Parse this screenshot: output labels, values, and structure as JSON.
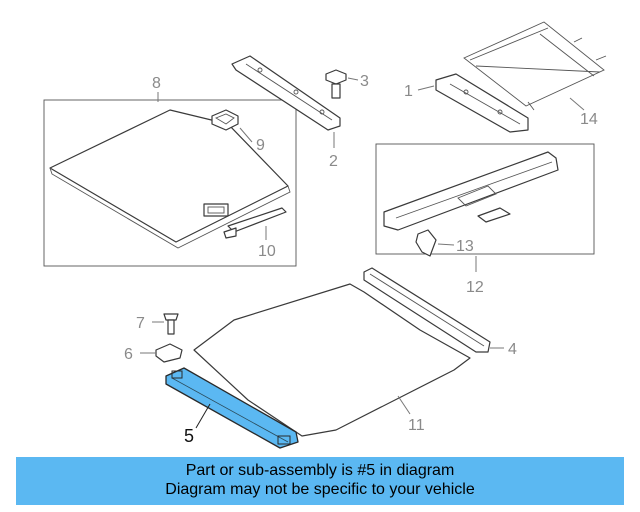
{
  "callouts": {
    "c1": "1",
    "c2": "2",
    "c3": "3",
    "c4": "4",
    "c5": "5",
    "c6": "6",
    "c7": "7",
    "c8": "8",
    "c9": "9",
    "c10": "10",
    "c11": "11",
    "c12": "12",
    "c13": "13",
    "c14": "14"
  },
  "highlight_part": "5",
  "colors": {
    "highlight_fill": "#5bb8f2",
    "banner_bg": "#5bb8f2",
    "line": "#3a3a3a",
    "label_grey": "#8a8a8a"
  },
  "banner": {
    "line1": "Part or sub-assembly is #5 in diagram",
    "line2": "Diagram may not be specific to your vehicle"
  }
}
